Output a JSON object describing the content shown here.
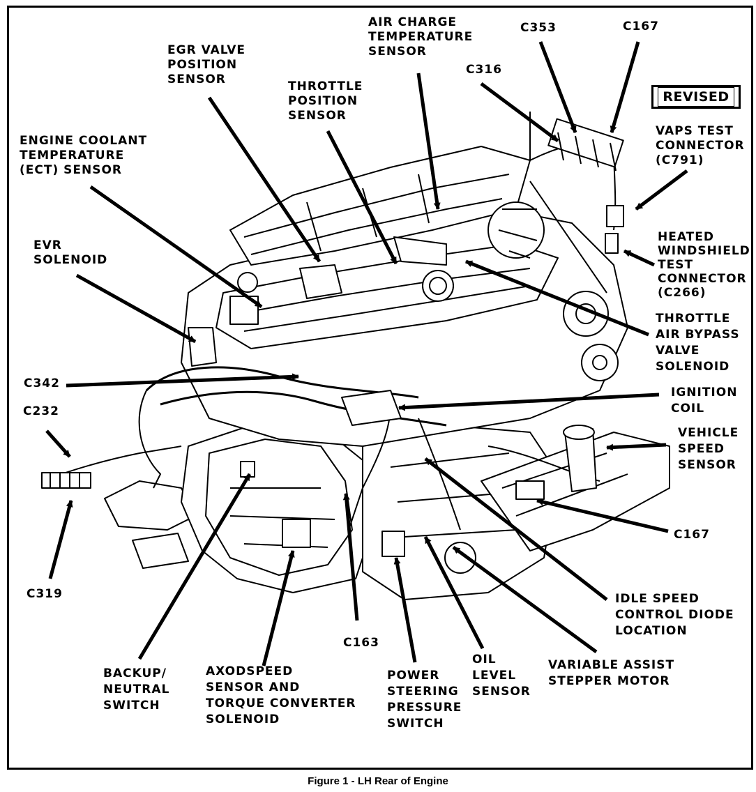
{
  "badge": "REVISED",
  "caption": "Figure 1 - LH Rear of Engine",
  "labels": {
    "air_charge": [
      "AIR CHARGE",
      "TEMPERATURE",
      "SENSOR"
    ],
    "c353": [
      "C353"
    ],
    "c167_top": [
      "C167"
    ],
    "egr": [
      "EGR VALVE",
      "POSITION",
      "SENSOR"
    ],
    "c316": [
      "C316"
    ],
    "throttle_pos": [
      "THROTTLE",
      "POSITION",
      "SENSOR"
    ],
    "ect": [
      "ENGINE COOLANT",
      "TEMPERATURE",
      "(ECT) SENSOR"
    ],
    "vaps": [
      "VAPS TEST",
      "CONNECTOR",
      "(C791)"
    ],
    "evr": [
      "EVR",
      "SOLENOID"
    ],
    "heated_ws": [
      "HEATED",
      "WINDSHIELD",
      "TEST",
      "CONNECTOR",
      "(C266)"
    ],
    "tab": [
      "THROTTLE",
      "AIR BYPASS",
      "VALVE",
      "SOLENOID"
    ],
    "c342": [
      "C342"
    ],
    "ignition": [
      "IGNITION",
      "COIL"
    ],
    "c232": [
      "C232"
    ],
    "vss": [
      "VEHICLE",
      "SPEED",
      "SENSOR"
    ],
    "c167_bottom": [
      "C167"
    ],
    "c319": [
      "C319"
    ],
    "isc_diode": [
      "IDLE SPEED",
      "CONTROL DIODE",
      "LOCATION"
    ],
    "c163": [
      "C163"
    ],
    "backup": [
      "BACKUP/",
      "NEUTRAL",
      "SWITCH"
    ],
    "axod": [
      "AXODSPEED",
      "SENSOR AND",
      "TORQUE CONVERTER",
      "SOLENOID"
    ],
    "pss": [
      "POWER",
      "STEERING",
      "PRESSURE",
      "SWITCH"
    ],
    "oil": [
      "OIL",
      "LEVEL",
      "SENSOR"
    ],
    "vas": [
      "VARIABLE ASSIST",
      "STEPPER MOTOR"
    ]
  }
}
